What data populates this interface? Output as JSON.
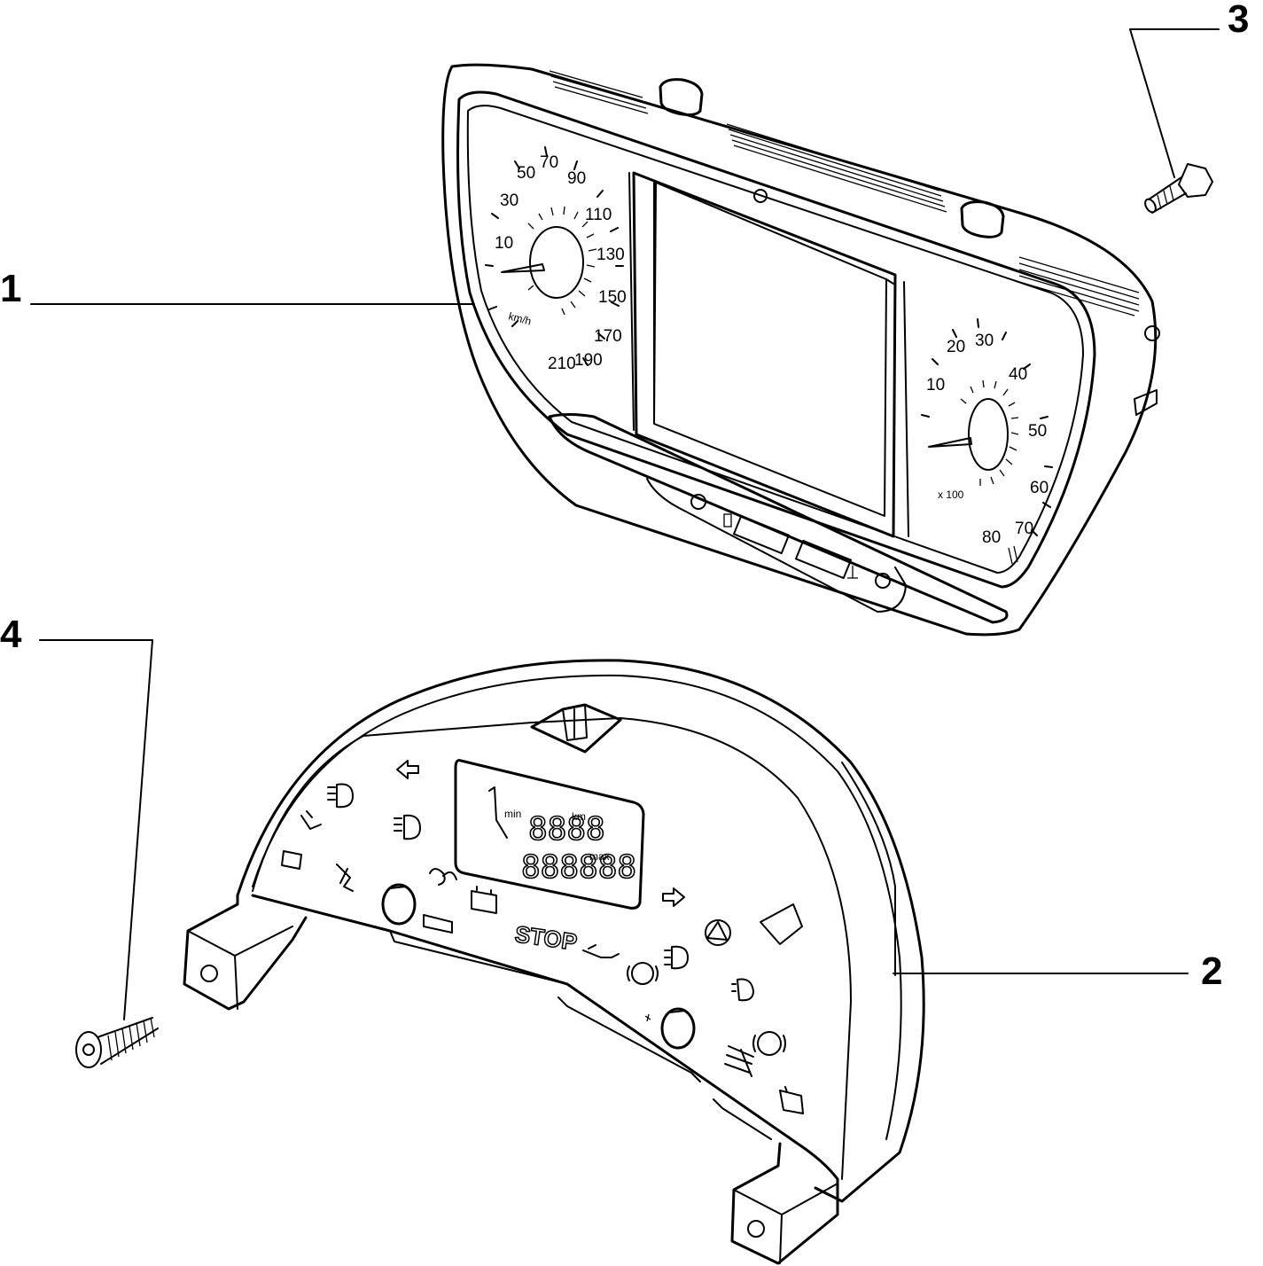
{
  "callouts": {
    "c1": "1",
    "c2": "2",
    "c3": "3",
    "c4": "4"
  },
  "speedometer": {
    "ticks": [
      "10",
      "30",
      "50",
      "70",
      "90",
      "110",
      "130",
      "150",
      "170",
      "190",
      "210"
    ],
    "unit": "km/h"
  },
  "tachometer": {
    "ticks": [
      "10",
      "20",
      "30",
      "40",
      "50",
      "60",
      "70",
      "80"
    ],
    "unit": "x 100"
  },
  "display": {
    "stop_label": "STOP",
    "digits_top": "8888",
    "digits_bottom": "888888",
    "label_min": "min",
    "label_max": "max",
    "label_km": "km"
  },
  "colors": {
    "line": "#000000",
    "background": "#ffffff"
  }
}
